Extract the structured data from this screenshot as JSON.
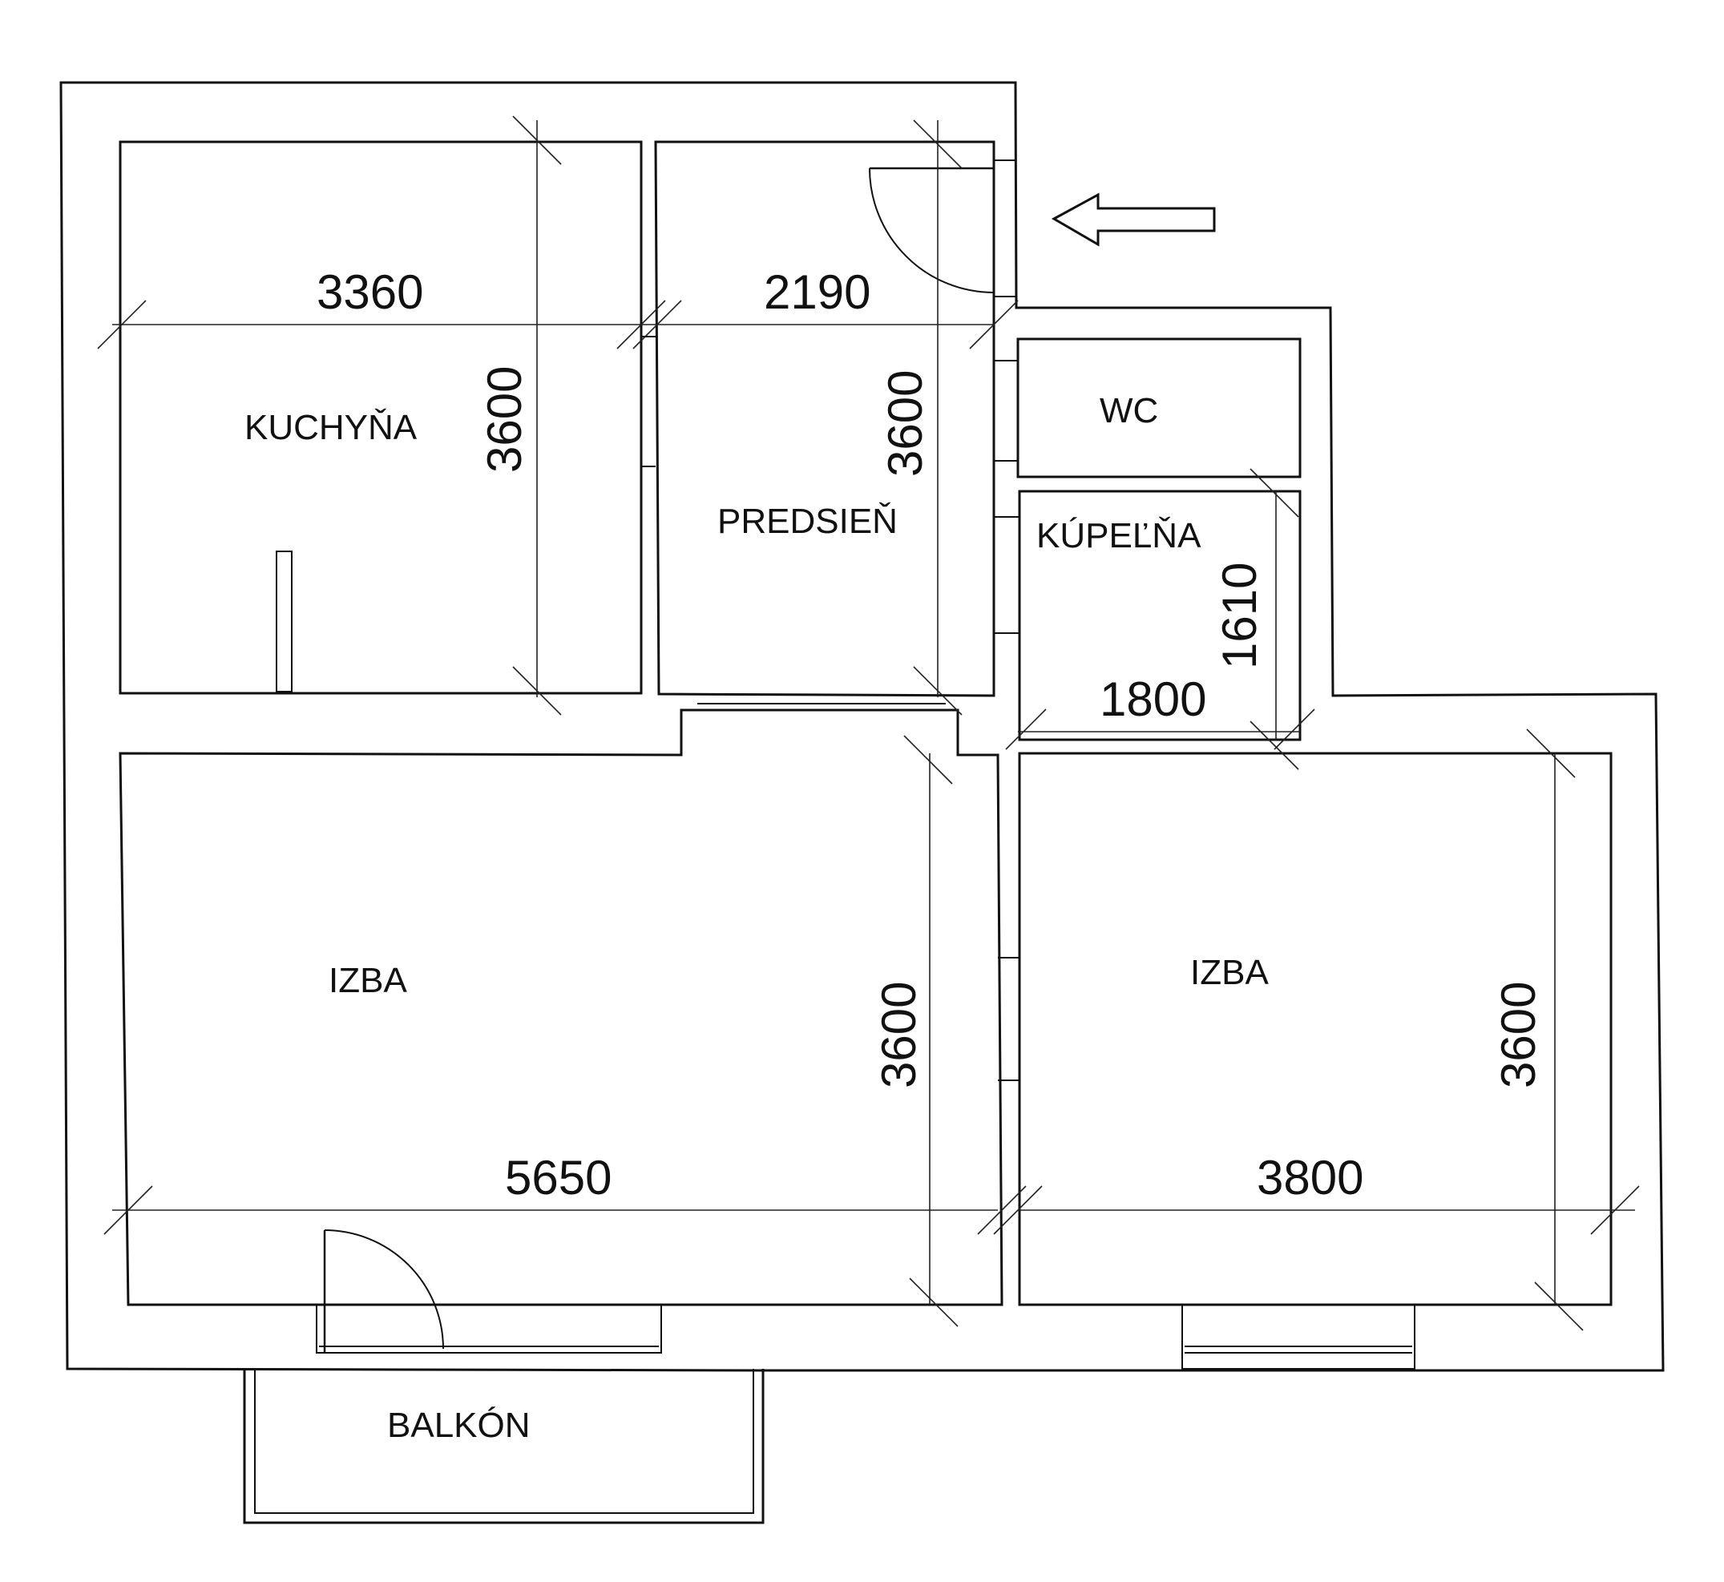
{
  "plan": {
    "rooms": {
      "kitchen": "KUCHYŇA",
      "hall": "PREDSIEŇ",
      "wc": "WC",
      "bathroom": "KÚPEĽŇA",
      "room_left": "IZBA",
      "room_right": "IZBA",
      "balcony": "BALKÓN"
    },
    "dimensions": {
      "kitchen_width": "3360",
      "kitchen_depth": "3600",
      "hall_width": "2190",
      "hall_depth": "3600",
      "bathroom_width": "1800",
      "bathroom_depth": "1610",
      "room_left_width": "5650",
      "room_left_depth": "3600",
      "room_right_width": "3800",
      "room_right_depth": "3600"
    },
    "entrance_icon": "entrance-arrow-icon",
    "door_icon": "door-swing-icon"
  }
}
